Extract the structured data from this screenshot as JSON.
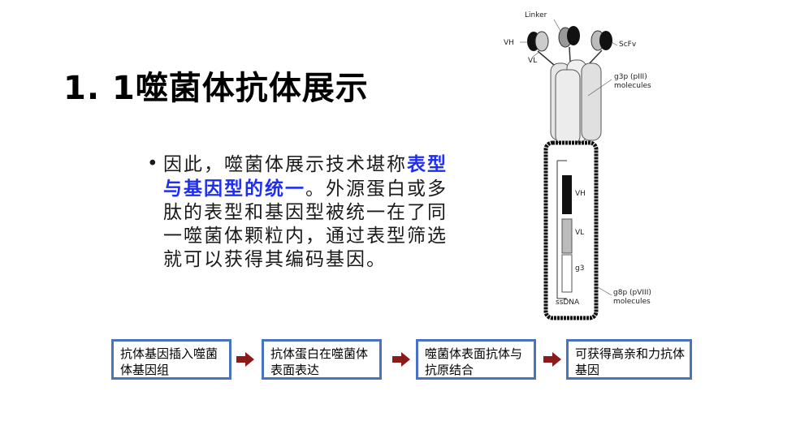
{
  "title": "1. 1噬菌体抗体展示",
  "bullet": {
    "marker": "•",
    "prefix": "因此，噬菌体展示技术堪称",
    "highlight": "表型与基因型的统一",
    "suffix": "。外源蛋白或多肽的表型和基因型被统一在了同一噬菌体颗粒内，通过表型筛选就可以获得其编码基因。"
  },
  "flow": [
    {
      "label": "抗体基因插入噬菌体基因组"
    },
    {
      "label": "抗体蛋白在噬菌体表面表达"
    },
    {
      "label": "噬菌体表面抗体与抗原结合"
    },
    {
      "label": "可获得高亲和力抗体基因"
    }
  ],
  "figure": {
    "labels": {
      "linker": "Linker",
      "vh_top": "VH",
      "vl_top": "VL",
      "scfv": "ScFv",
      "g3p": "g3p (pIII)",
      "g3p_sub": "molecules",
      "vh_gene": "VH",
      "vl_gene": "VL",
      "g3": "g3",
      "ssdna": "ssDNA",
      "g8p": "g8p (pVIII)",
      "g8p_sub": "molecules"
    }
  },
  "colors": {
    "highlight": "#1f2ff0",
    "box_border": "#4a72c4",
    "arrow": "#8b1a1a"
  }
}
